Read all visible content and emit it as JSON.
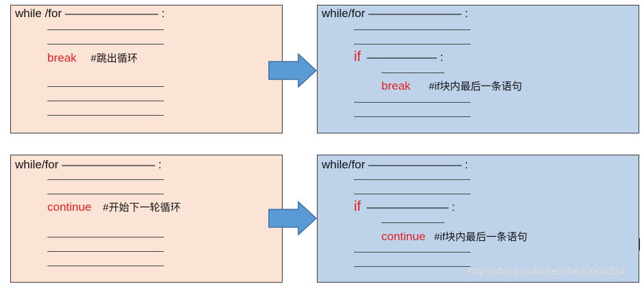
{
  "panels": [
    {
      "id": "break-before",
      "header": "while /for ———————— :",
      "keyword": "break",
      "comment": "#跳出循环"
    },
    {
      "id": "break-after",
      "header": "while/for ———————— :",
      "if_keyword": "if",
      "if_tail": "—————— :",
      "keyword": "break",
      "comment": "#if块内最后一条语句"
    },
    {
      "id": "continue-before",
      "header": "while/for ———————— :",
      "keyword": "continue",
      "comment": "#开始下一轮循环"
    },
    {
      "id": "continue-after",
      "header": "while/for ———————— :",
      "if_keyword": "if",
      "if_tail": "——————— :",
      "keyword": "continue",
      "comment": "#if块内最后一条语句"
    }
  ],
  "watermark": "https://blog.csdn.net/xbn20000224",
  "colors": {
    "left_fill": "#fbe4d6",
    "right_fill": "#bed3ea",
    "arrow_fill": "#5b9bd5",
    "arrow_stroke": "#3d6fa5",
    "keyword": "#e02020"
  }
}
